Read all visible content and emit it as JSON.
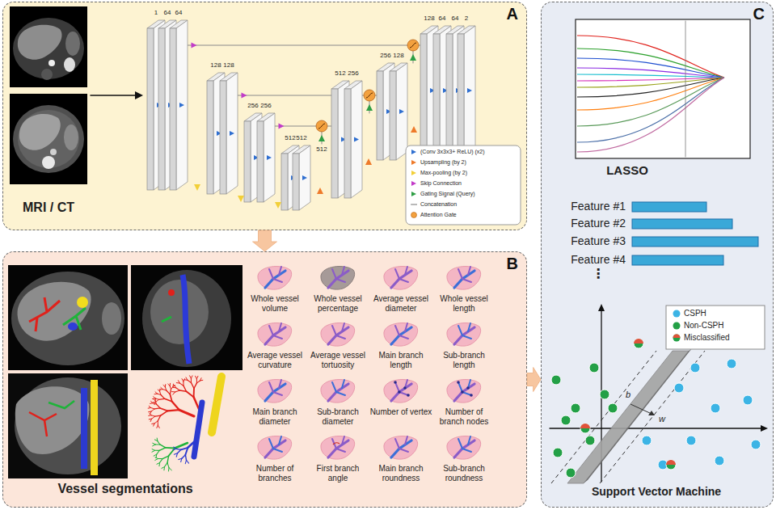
{
  "diagram": {
    "nodes": [
      {
        "text": [
          "A"
        ]
      },
      {
        "text": [
          "B"
        ]
      },
      {
        "text": [
          "C"
        ]
      }
    ],
    "edges": [
      {
        "from": 0,
        "to": 1,
        "arrow": "to"
      },
      {
        "from": 1,
        "to": 2,
        "arrow": "to"
      }
    ],
    "labels": [
      "MRI / CT",
      "1",
      "64",
      "64",
      "128",
      "128",
      "256",
      "256",
      "512",
      "512",
      "512",
      "512",
      "256",
      "256",
      "128",
      "128",
      "64",
      "64",
      "2",
      "Vessel segmentations",
      "Whole vessel volume",
      "Whole vessel percentage",
      "Average vessel diameter",
      "Whole vessel length",
      "Average vessel curvature",
      "Average vessel tortuosity",
      "Main branch length",
      "Sub-branch length",
      "Main branch diameter",
      "Sub-branch diameter",
      "Number of vertex",
      "Number of branch nodes",
      "Number of branches",
      "First branch angle",
      "Main branch roundness",
      "Sub-branch roundness",
      "LASSO",
      "Feature #1",
      "Feature #2",
      "Feature #3",
      "Feature #4",
      "⋮",
      "b",
      "w",
      "Support Vector Machine"
    ],
    "legend": [
      {
        "text": "(Conv 3x3x3+ ReLU) (x2)"
      },
      {
        "text": "Upsampling (by 2)"
      },
      {
        "text": "Max-pooling (by 2)"
      },
      {
        "text": "Skip Connection"
      },
      {
        "text": "Gating Signal (Query)"
      },
      {
        "text": "Concatenation"
      },
      {
        "text": "Attention Gate"
      },
      {
        "text": "CSPH",
        "color": "#3cb4e5"
      },
      {
        "text": "Non-CSPH",
        "color": "#23a046"
      },
      {
        "text": "Misclassified"
      }
    ]
  }
}
